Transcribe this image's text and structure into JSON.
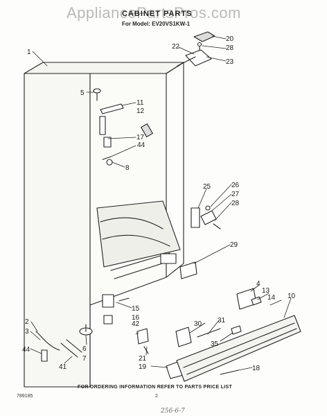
{
  "watermark": "AppliancePartsPros.com",
  "title": "CABINET PARTS",
  "model": "For Model: EV20VS1KW-1",
  "footer": "FOR ORDERING INFORMATION REFER TO PARTS PRICE LIST",
  "part_id": "789185",
  "page_number": "2",
  "handwritten": "256-6-7",
  "callouts": [
    "1",
    "2",
    "3",
    "4",
    "5",
    "6",
    "7",
    "8",
    "10",
    "11",
    "12",
    "13",
    "14",
    "15",
    "16",
    "17",
    "18",
    "19",
    "20",
    "21",
    "22",
    "23",
    "25",
    "26",
    "27",
    "28",
    "28",
    "29",
    "30",
    "31",
    "35",
    "41",
    "42",
    "44",
    "44"
  ]
}
